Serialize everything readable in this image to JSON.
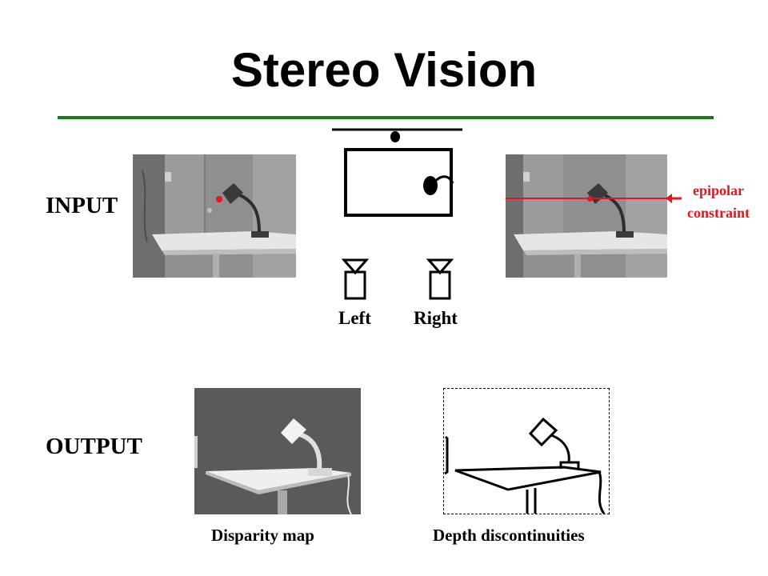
{
  "title": "Stereo Vision",
  "colors": {
    "rule": "#1a7a1a",
    "epipolar": "#e8141e",
    "ink": "#000000"
  },
  "sections": {
    "input": "INPUT",
    "output": "OUTPUT"
  },
  "cameras": {
    "left": "Left",
    "right": "Right"
  },
  "epipolar": {
    "line1": "epipolar",
    "line2": "constraint"
  },
  "captions": {
    "disparity": "Disparity map",
    "depth": "Depth discontinuities"
  }
}
